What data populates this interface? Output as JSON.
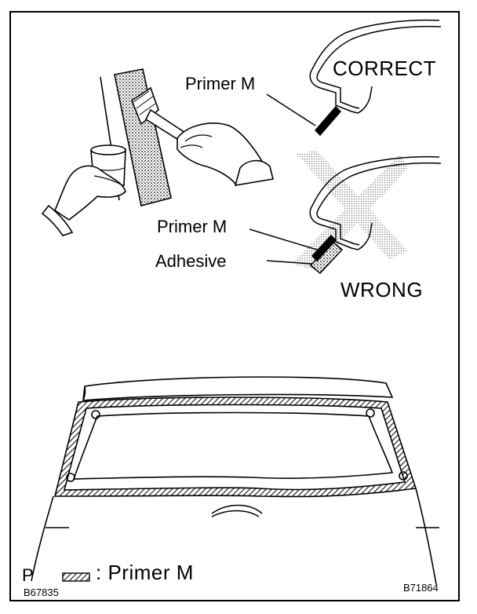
{
  "labels": {
    "primer_top": "Primer M",
    "correct": "CORRECT",
    "primer_mid": "Primer M",
    "adhesive": "Adhesive",
    "wrong": "WRONG",
    "legend_prefix": "P",
    "legend_text": ": Primer M",
    "code_left": "B67835",
    "code_right": "B71864"
  }
}
